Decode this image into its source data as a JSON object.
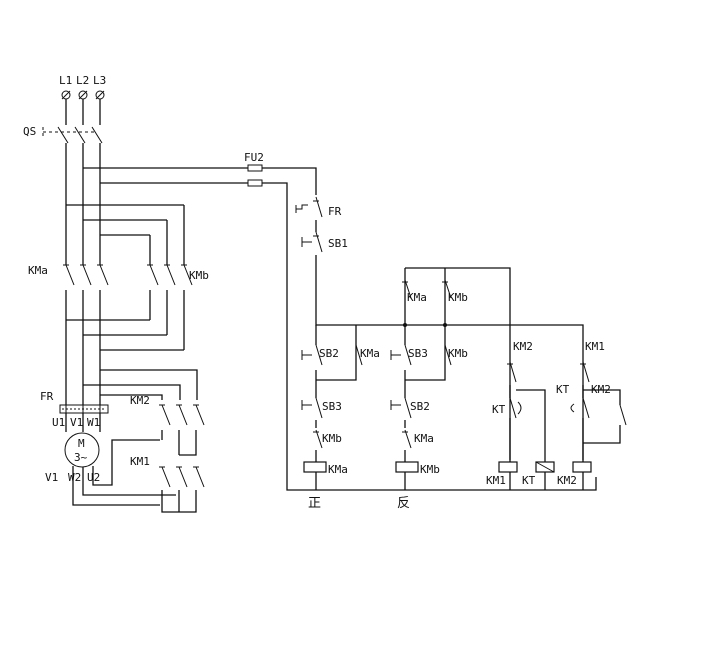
{
  "diagram": {
    "supply": {
      "l1": "L1",
      "l2": "L2",
      "l3": "L3"
    },
    "qs": "QS",
    "fu2": "FU2",
    "fr": "FR",
    "kma": "KMa",
    "kmb": "KMb",
    "km1": "KM1",
    "km2": "KM2",
    "kt": "KT",
    "sb1": "SB1",
    "sb2": "SB2",
    "sb3": "SB3",
    "motor": {
      "m": "M",
      "phase": "3~",
      "u1": "U1",
      "v1": "V1",
      "w1": "W1",
      "v1b": "V1",
      "w2": "W2",
      "u2": "U2"
    },
    "forward": "正",
    "reverse": "反"
  }
}
